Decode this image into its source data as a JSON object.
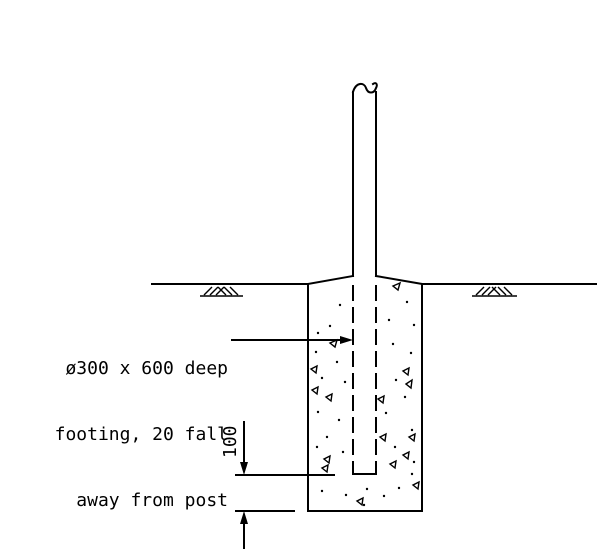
{
  "callout": {
    "line1": "ø300 x 600 deep",
    "line2": "footing, 20 fall",
    "line3": "away from post"
  },
  "dimension": {
    "label": "100"
  },
  "colors": {
    "ink": "#000000",
    "background": "#ffffff"
  }
}
